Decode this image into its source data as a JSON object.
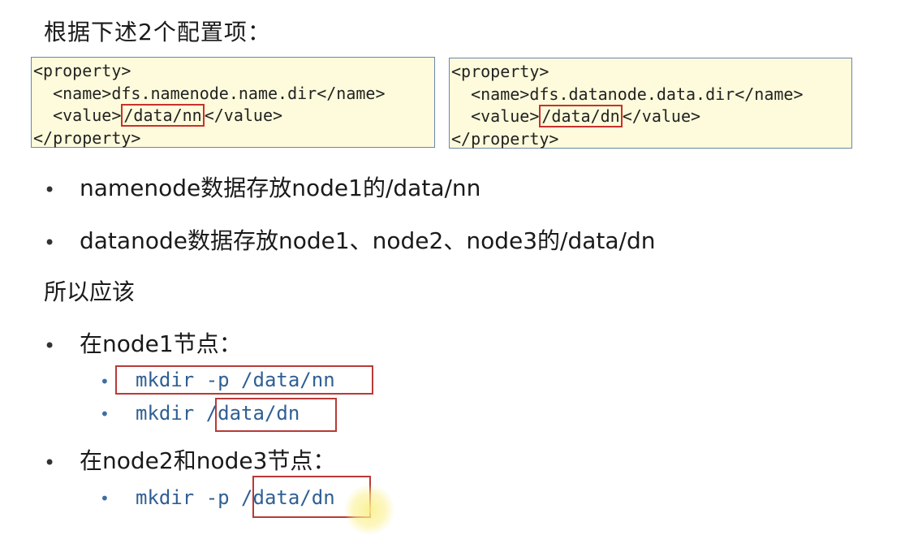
{
  "heading": "根据下述2个配置项：",
  "config_left": {
    "line1": "<property>",
    "line2_prefix": "  <name>",
    "line2_value": "dfs.namenode.name.dir",
    "line2_suffix": "</name>",
    "line3_prefix": "  <value>",
    "line3_value": "/data/nn",
    "line3_suffix": "</value>",
    "line4": "</property>"
  },
  "config_right": {
    "line1": "<property>",
    "line2_prefix": "  <name>",
    "line2_value": "dfs.datanode.data.dir",
    "line2_suffix": "</name>",
    "line3_prefix": "  <value>",
    "line3_value": "/data/dn",
    "line3_suffix": "</value>",
    "line4": "</property>"
  },
  "points": [
    "namenode数据存放node1的/data/nn",
    "datanode数据存放node1、node2、node3的/data/dn"
  ],
  "conclusion": "所以应该",
  "node1": {
    "label": "在node1节点：",
    "cmd1": "mkdir -p /data/nn",
    "cmd2_prefix": "mkdir ",
    "cmd2_path": "/data/dn"
  },
  "node23": {
    "label": "在node2和node3节点：",
    "cmd_prefix": "mkdir -p ",
    "cmd_path": "/data/dn"
  },
  "bullet_char": "•"
}
